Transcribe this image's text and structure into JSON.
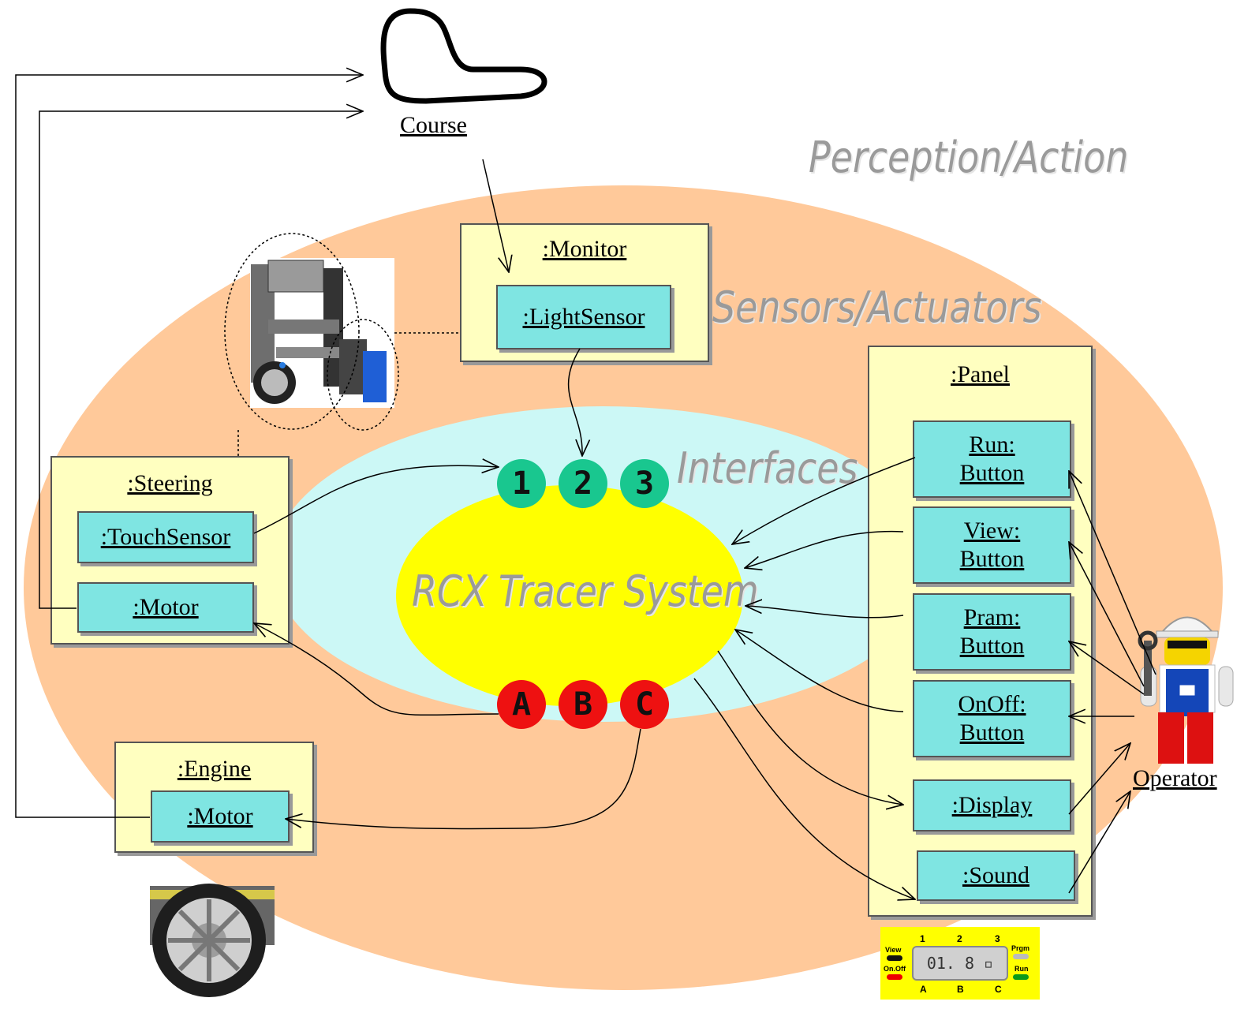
{
  "colors": {
    "outer_zone": "#ffc99a",
    "middle_zone": "#ccf8f6",
    "core_zone": "#ffff00",
    "object_box": "#ffffc0",
    "part_box": "#7fe5e2",
    "sensor_port": "#19c78f",
    "motor_port": "#ee1111",
    "zone_label": "#9a9a9a"
  },
  "zones": {
    "perception": "Perception/Action",
    "sensors": "Sensors/Actuators",
    "interfaces": "Interfaces",
    "core": "RCX Tracer System"
  },
  "course": {
    "label": "Course"
  },
  "monitor": {
    "title": ":Monitor",
    "light_sensor": ":LightSensor"
  },
  "steering": {
    "title": ":Steering",
    "touch_sensor": ":TouchSensor",
    "motor": ":Motor"
  },
  "engine": {
    "title": ":Engine",
    "motor": ":Motor"
  },
  "panel": {
    "title": ":Panel",
    "run": {
      "line1": "Run:",
      "line2": "Button"
    },
    "view": {
      "line1": "View:",
      "line2": "Button"
    },
    "pram": {
      "line1": "Pram:",
      "line2": "Button"
    },
    "onoff": {
      "line1": "OnOff:",
      "line2": "Button"
    },
    "display": ":Display",
    "sound": ":Sound"
  },
  "ports": {
    "sensors": [
      "1",
      "2",
      "3"
    ],
    "motors": [
      "A",
      "B",
      "C"
    ]
  },
  "operator": {
    "label": "Operator"
  },
  "rcx_panel": {
    "numbers": [
      "1",
      "2",
      "3"
    ],
    "letters": [
      "A",
      "B",
      "C"
    ],
    "view": "View",
    "onoff": "On.Off",
    "prgm": "Prgm",
    "run": "Run",
    "lcd": "01. 8 ▫"
  }
}
